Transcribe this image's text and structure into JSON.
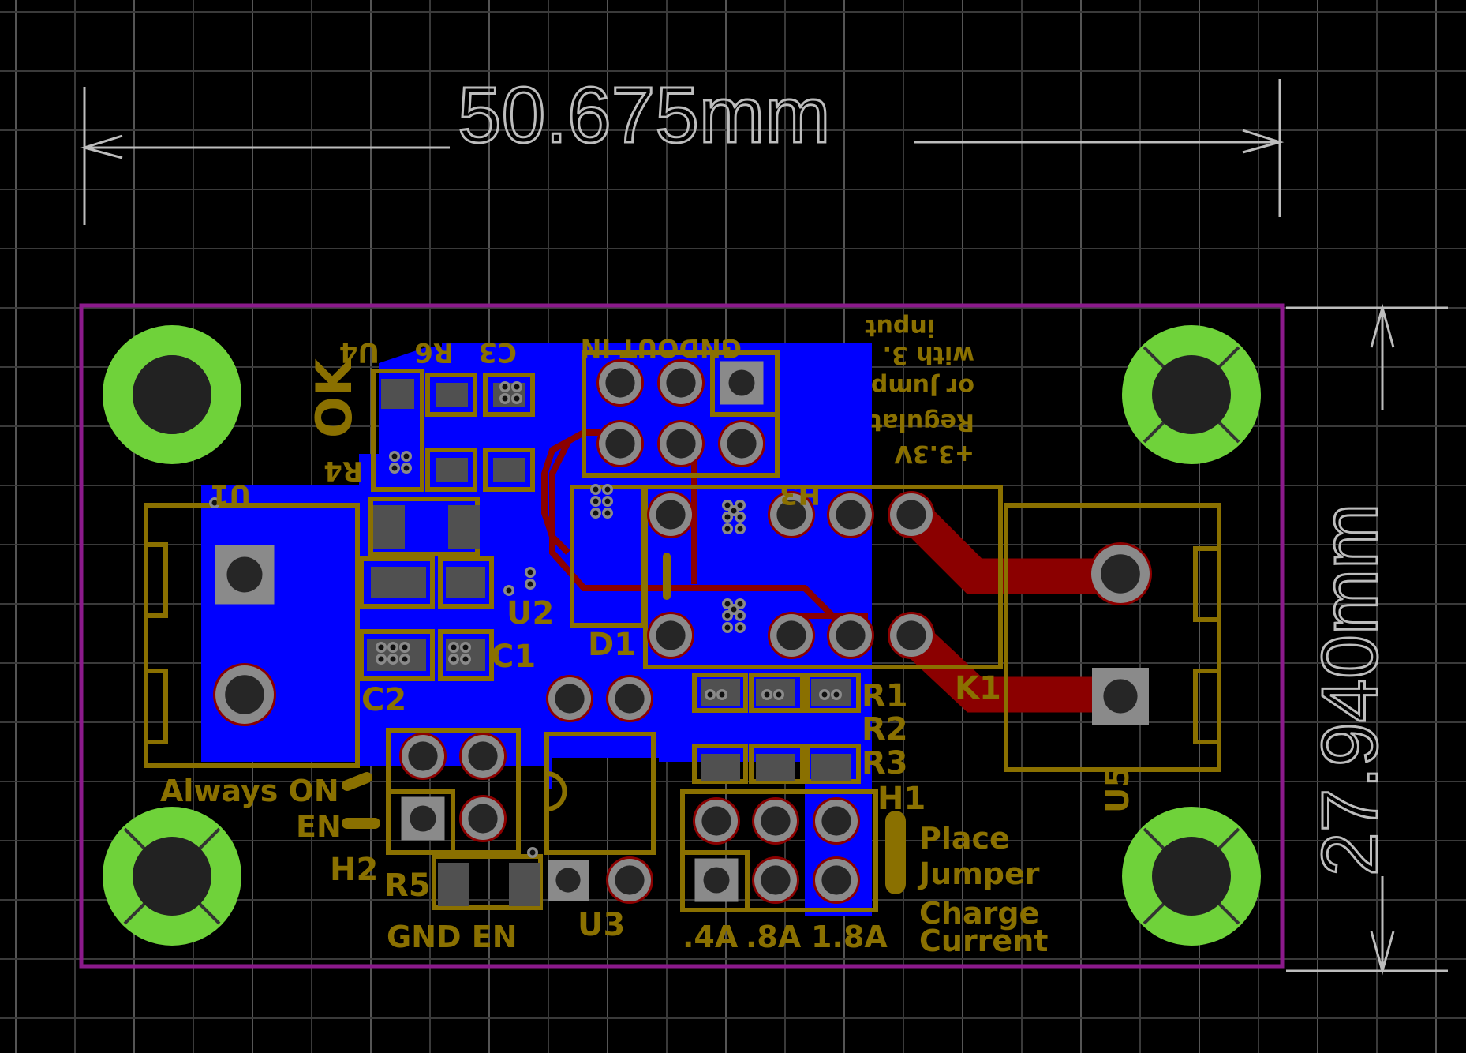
{
  "board": {
    "dimensions": {
      "width": "50.675mm",
      "height": "27.940mm"
    },
    "colors": {
      "background": "#000000",
      "grid": "#4a4a4a",
      "outline": "#8b1a8b",
      "copper_top": "#0000ff",
      "copper_bottom": "#8b0000",
      "silkscreen": "#8a7000",
      "mount_ring": "#6fd23a",
      "pad": "#808080",
      "dimension": "#bdbdbd"
    }
  },
  "components": {
    "U1": "U1",
    "U2": "U2",
    "U3": "U3",
    "U4": "U4",
    "U5": "U5",
    "R1": "R1",
    "R2": "R2",
    "R3": "R3",
    "R4": "R4",
    "R5": "R5",
    "R6": "R6",
    "C1": "C1",
    "C2": "C2",
    "C3": "C3",
    "D1": "D1",
    "K1": "K1",
    "H1": "H1",
    "H2": "H2",
    "H3": "H3"
  },
  "labels": {
    "ok": "OK",
    "h3_pins": "GNDOUT IN",
    "note_line1": "input",
    "note_line2": "with 3.",
    "note_line3": "or Jump",
    "note_line4": "Regulat",
    "note_line5": "+3.3V",
    "always_on": "Always ON",
    "en": "EN",
    "gnd_en": "GND EN",
    "current_1": ".4A",
    "current_2": ".8A",
    "current_3": "1.8A",
    "place": "Place",
    "jumper": "Jumper",
    "charge": "Charge",
    "current": "Current"
  }
}
